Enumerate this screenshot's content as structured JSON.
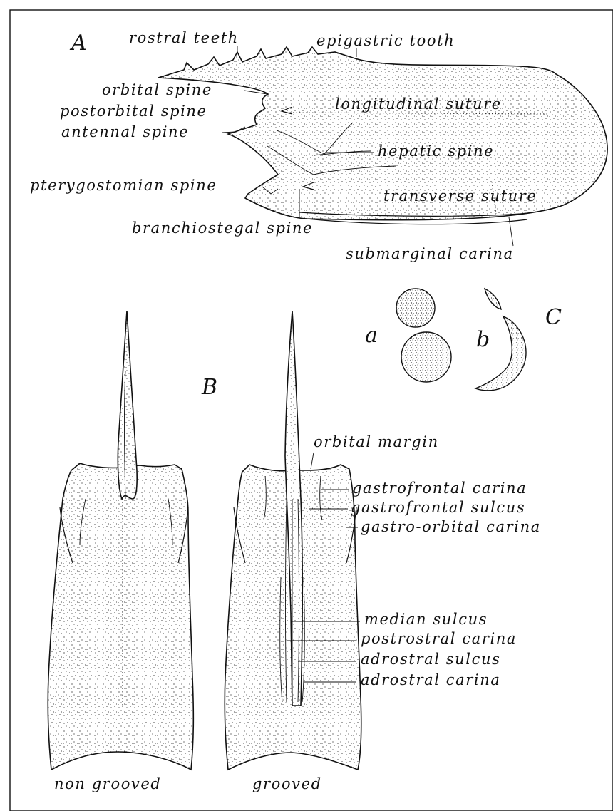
{
  "panels": {
    "A": {
      "letter": "A",
      "labels": {
        "rostral_teeth": "rostral teeth",
        "epigastric_tooth": "epigastric tooth",
        "orbital_spine": "orbital spine",
        "postorbital_spine": "postorbital spine",
        "antennal_spine": "antennal spine",
        "longitudinal_suture": "longitudinal suture",
        "hepatic_spine": "hepatic spine",
        "pterygostomian_spine": "pterygostomian spine",
        "transverse_suture": "transverse suture",
        "branchiostegal_spine": "branchiostegal spine",
        "submarginal_carina": "submarginal carina"
      }
    },
    "B": {
      "letter": "B",
      "labels": {
        "orbital_margin": "orbital margin",
        "gastrofrontal_carina": "gastrofrontal carina",
        "gastrofrontal_sulcus": "gastrofrontal sulcus",
        "gastro_orbital_carina": "gastro-orbital carina",
        "median_sulcus": "median sulcus",
        "postrostral_carina": "postrostral carina",
        "adrostral_sulcus": "adrostral sulcus",
        "adrostral_carina": "adrostral carina"
      },
      "captions": {
        "non_grooved": "non grooved",
        "grooved": "grooved"
      }
    },
    "C": {
      "letter": "C",
      "sub_a": "a",
      "sub_b": "b"
    }
  }
}
